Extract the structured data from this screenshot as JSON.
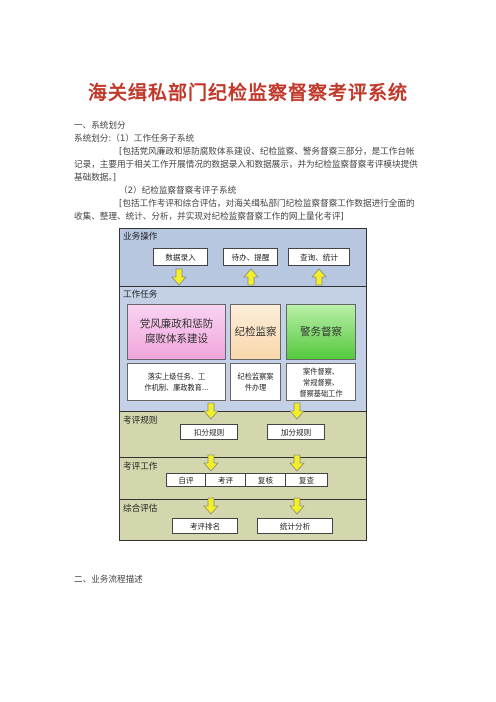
{
  "title": "海关缉私部门纪检监察督察考评系统",
  "paragraphs": {
    "s1": "一、系统划分",
    "s2": "系统划分:（1）工作任务子系统",
    "s3_l1": "[包括党风廉政和惩防腐败体系建设、纪检监察、警务督察三部分，是工作台帐",
    "s3_l2": "记录，主要用于相关工作开展情况的数据录入和数据展示，并为纪检监察督察考评模块提供",
    "s3_l3": "基础数据。]",
    "s4": "（2）纪检监察督察考评子系统",
    "s5_l1": "[包括工作考评和综合评估，对海关缉私部门纪检监察督察工作数据进行全面的",
    "s5_l2": "收集、整理、统计、分析，并实现对纪检监察督察工作的网上量化考评]",
    "s6": "二、业务流程描述"
  },
  "diagram": {
    "bands": {
      "business": "业务操作",
      "tasks": "工作任务",
      "rules": "考评规则",
      "work": "考评工作",
      "overall": "综合评估"
    },
    "business_boxes": [
      "数据录入",
      "待办、提醒",
      "查询、统计"
    ],
    "columns": [
      {
        "title_l1": "党风廉政和惩防",
        "title_l2": "腐败体系建设",
        "desc_l1": "落实上级任务、工",
        "desc_l2": "作机制、廉政教育...",
        "desc_l3": "",
        "color": "#f5b8e6"
      },
      {
        "title_l1": "纪检监察",
        "title_l2": "",
        "desc_l1": "纪检监察案",
        "desc_l2": "件办理",
        "desc_l3": "",
        "color": "#fbe2c1"
      },
      {
        "title_l1": "警务督察",
        "title_l2": "",
        "desc_l1": "案件督察、",
        "desc_l2": "常规督察、",
        "desc_l3": "督察基础工作",
        "color": "#7fdc6a"
      }
    ],
    "rule_boxes": [
      "扣分规则",
      "加分规则"
    ],
    "work_boxes": [
      "自评",
      "考评",
      "复核",
      "复查"
    ],
    "overall_boxes": [
      "考评排名",
      "统计分析"
    ],
    "colors": {
      "business_band": "#b8c7e0",
      "tasks_band": "#c4d0e6",
      "lower_bands": "#d4d7ad",
      "arrow": "#f2ee2a",
      "title": "#c0392b"
    }
  }
}
